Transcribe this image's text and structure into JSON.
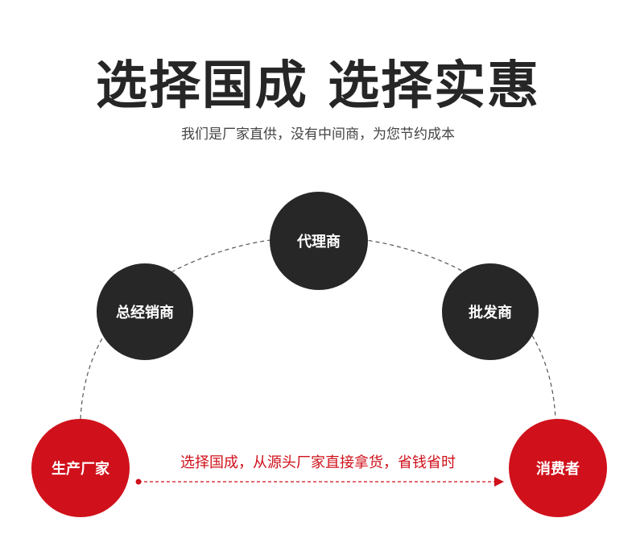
{
  "header": {
    "title": "选择国成  选择实惠",
    "subtitle": "我们是厂家直供，没有中间商，为您节约成本"
  },
  "nodes": {
    "agent": "代理商",
    "distributor": "总经销商",
    "wholesaler": "批发商",
    "manufacturer": "生产厂家",
    "consumer": "消费者"
  },
  "direct_path": {
    "label": "选择国成，从源头厂家直接拿货，省钱省时"
  },
  "colors": {
    "dark_node": "#272727",
    "red_node": "#d0111b",
    "title_text": "#262626"
  }
}
